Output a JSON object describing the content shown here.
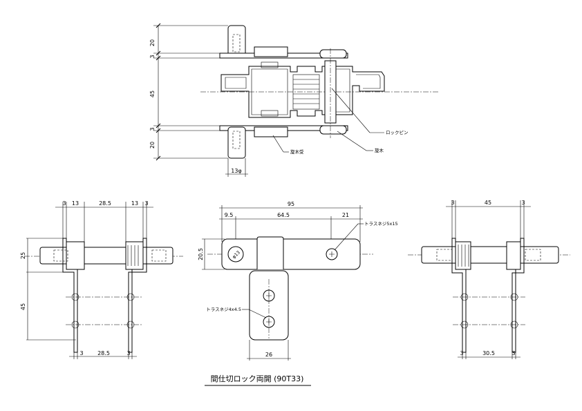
{
  "title": "間仕切ロック両開 (90T33)",
  "top_view": {
    "dims": [
      "20",
      "3",
      "45",
      "3",
      "20",
      "13φ"
    ],
    "labels": {
      "lock_pin": "ロックピン",
      "receiver": "旋木受",
      "bolt": "旋木"
    }
  },
  "left_view": {
    "top_dims": [
      "3",
      "13",
      "28.5",
      "13",
      "3"
    ],
    "side_dims": [
      "25",
      "45"
    ],
    "bottom_dims": [
      "3",
      "28.5",
      "3"
    ]
  },
  "center_view": {
    "top_dims": [
      "95",
      "9.5",
      "64.5",
      "21"
    ],
    "side_dim": "20.5",
    "bottom_dim": "26",
    "hole_label": "φ13",
    "screw_labels": {
      "top": "トラスネジ5x15",
      "bottom": "トラスネジ4x4.5"
    }
  },
  "right_view": {
    "top_dims": [
      "3",
      "45",
      "3"
    ],
    "bottom_dims": [
      "3",
      "30.5",
      "3"
    ]
  }
}
